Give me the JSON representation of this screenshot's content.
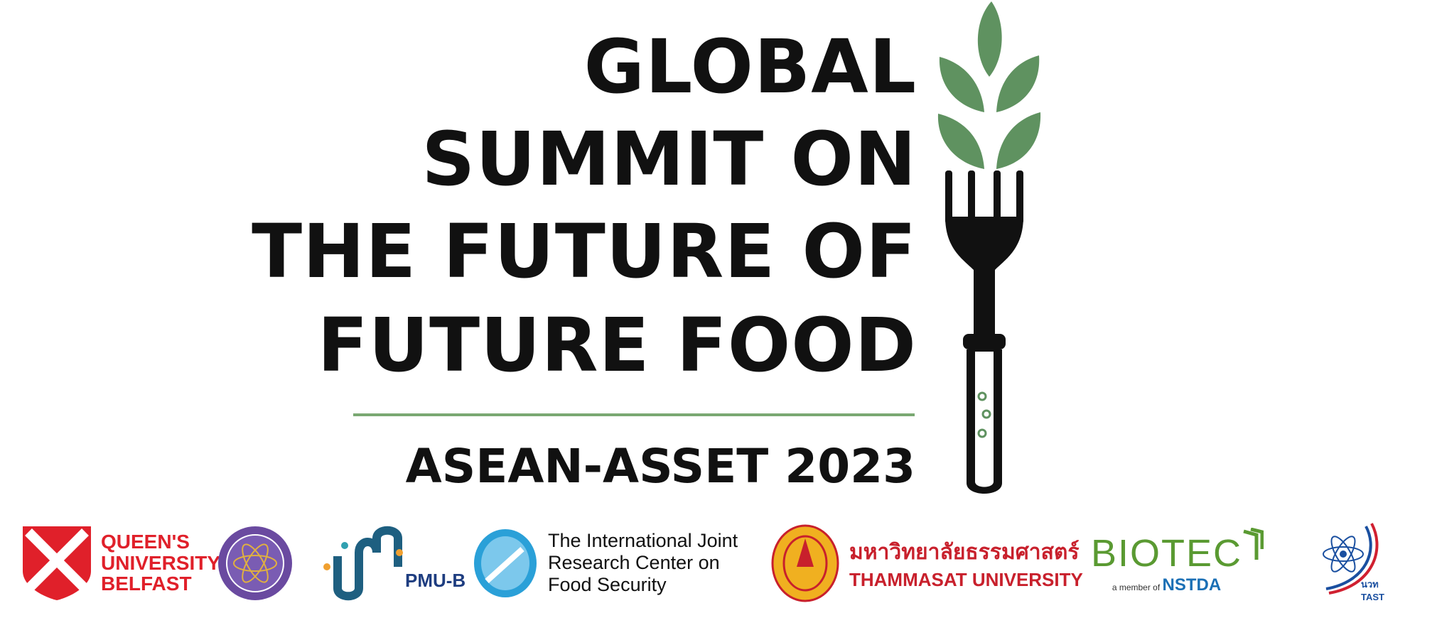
{
  "title_lines": [
    "GLOBAL",
    "SUMMIT ON",
    "THE FUTURE OF",
    "FUTURE FOOD"
  ],
  "subtitle": "ASEAN-ASSET 2023",
  "logos": {
    "qub": {
      "line1": "QUEEN'S",
      "line2": "UNIVERSITY",
      "line3": "BELFAST"
    },
    "pmub": "PMU-B",
    "jrc": {
      "line1": "The International Joint",
      "line2": "Research Center on",
      "line3": "Food Security"
    },
    "tu": {
      "thai": "มหาวิทยาลัยธรรมศาสตร์",
      "english": "THAMMASAT UNIVERSITY"
    },
    "biotec": {
      "name": "BIOTEC",
      "member": "a member of",
      "org": "NSTDA"
    },
    "tast": {
      "thai": "นวท",
      "english": "TAST"
    }
  },
  "colors": {
    "leaf": "#5f9260",
    "rule": "#7aa872",
    "qub": "#e0202a",
    "tu": "#c8202c",
    "biotec": "#5a9a32"
  }
}
